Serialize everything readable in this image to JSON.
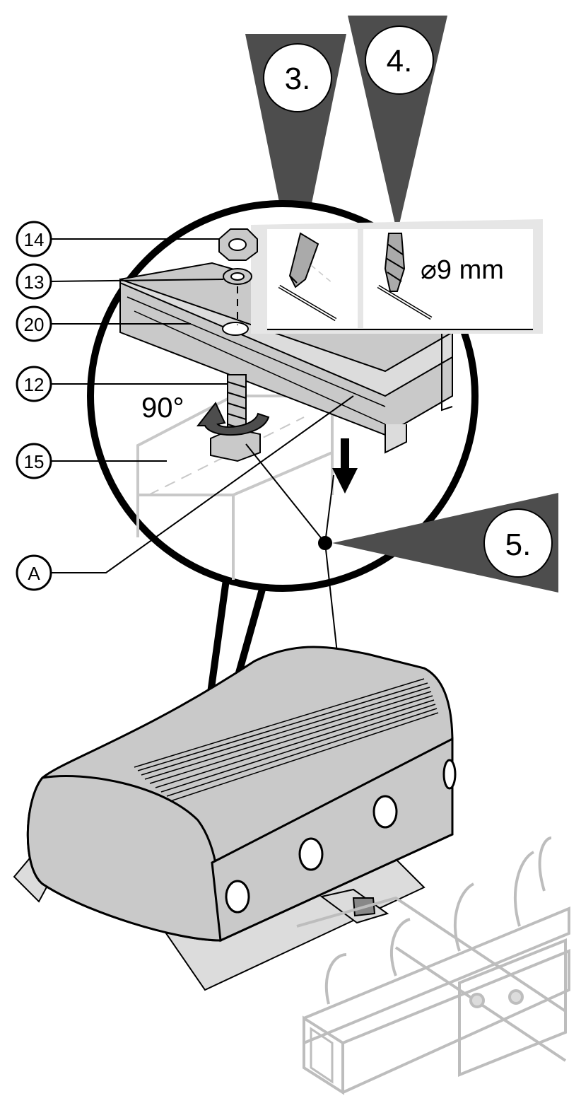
{
  "callouts": {
    "c14": "14",
    "c13": "13",
    "c20": "20",
    "c12": "12",
    "c15": "15",
    "cA": "A"
  },
  "steps": {
    "s3": "3.",
    "s4": "4.",
    "s5": "5."
  },
  "drill_diameter": "⌀9 mm",
  "rotation": "90°",
  "colors": {
    "ink": "#000000",
    "dark_gray": "#4d4d4d",
    "mid_gray": "#c9c9c9",
    "light_gray": "#dcdcdc",
    "faint_gray": "#bdbdbd",
    "white": "#ffffff"
  }
}
